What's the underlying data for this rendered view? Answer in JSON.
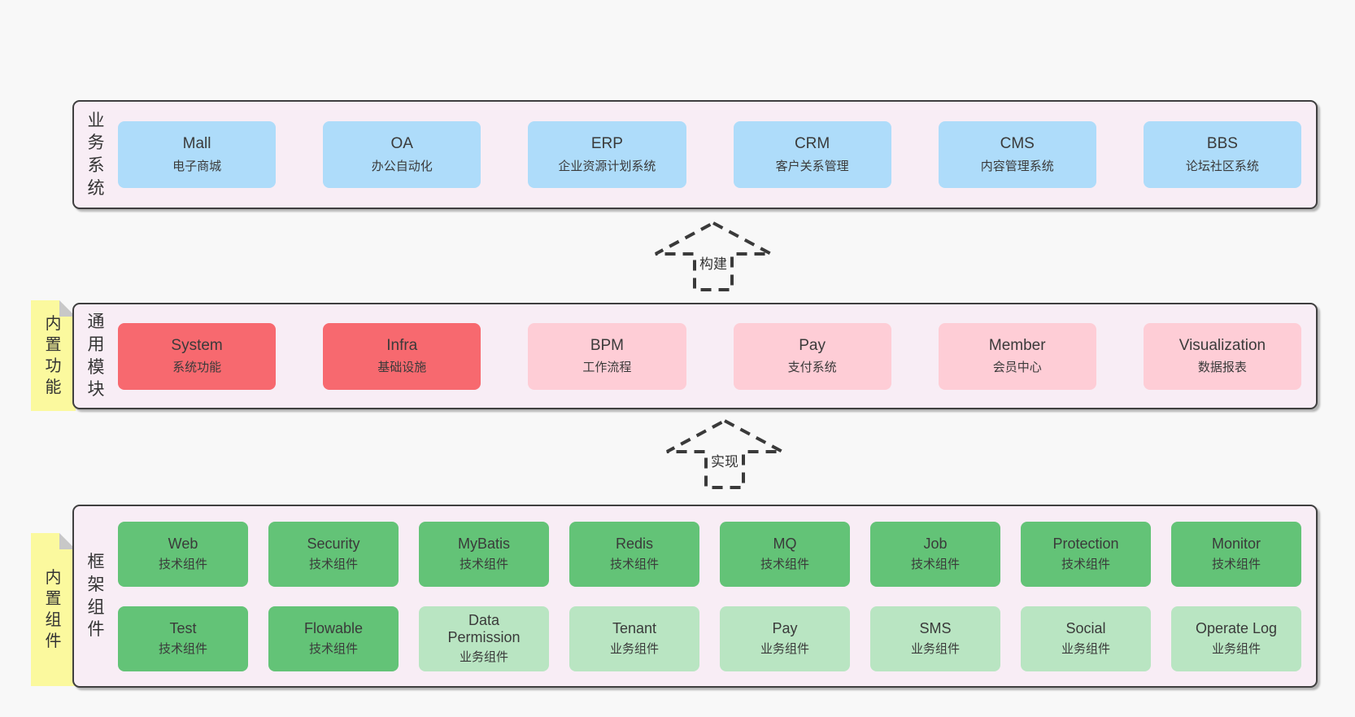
{
  "diagram": {
    "arrows": [
      {
        "label": "构建"
      },
      {
        "label": "实现"
      }
    ],
    "sections": {
      "business": {
        "side_label": "业务系统",
        "boxes": [
          {
            "name": "Mall",
            "desc": "电子商城"
          },
          {
            "name": "OA",
            "desc": "办公自动化"
          },
          {
            "name": "ERP",
            "desc": "企业资源计划系统"
          },
          {
            "name": "CRM",
            "desc": "客户关系管理"
          },
          {
            "name": "CMS",
            "desc": "内容管理系统"
          },
          {
            "name": "BBS",
            "desc": "论坛社区系统"
          }
        ]
      },
      "modules": {
        "side_label": "通用模块",
        "sticky_label": "内置功能",
        "boxes": [
          {
            "name": "System",
            "desc": "系统功能"
          },
          {
            "name": "Infra",
            "desc": "基础设施"
          },
          {
            "name": "BPM",
            "desc": "工作流程"
          },
          {
            "name": "Pay",
            "desc": "支付系统"
          },
          {
            "name": "Member",
            "desc": "会员中心"
          },
          {
            "name": "Visualization",
            "desc": "数据报表"
          }
        ]
      },
      "framework": {
        "side_label": "框架组件",
        "sticky_label": "内置组件",
        "row1": [
          {
            "name": "Web",
            "desc": "技术组件"
          },
          {
            "name": "Security",
            "desc": "技术组件"
          },
          {
            "name": "MyBatis",
            "desc": "技术组件"
          },
          {
            "name": "Redis",
            "desc": "技术组件"
          },
          {
            "name": "MQ",
            "desc": "技术组件"
          },
          {
            "name": "Job",
            "desc": "技术组件"
          },
          {
            "name": "Protection",
            "desc": "技术组件"
          },
          {
            "name": "Monitor",
            "desc": "技术组件"
          }
        ],
        "row2": [
          {
            "name": "Test",
            "desc": "技术组件"
          },
          {
            "name": "Flowable",
            "desc": "技术组件"
          },
          {
            "name": "Data Permission",
            "desc": "业务组件"
          },
          {
            "name": "Tenant",
            "desc": "业务组件"
          },
          {
            "name": "Pay",
            "desc": "业务组件"
          },
          {
            "name": "SMS",
            "desc": "业务组件"
          },
          {
            "name": "Social",
            "desc": "业务组件"
          },
          {
            "name": "Operate Log",
            "desc": "业务组件"
          }
        ]
      }
    },
    "colors": {
      "canvas_bg": "#f8f8f8",
      "section_bg": "#f8edf5",
      "section_border": "#3f3f3f",
      "business_box_blue": "#aedcfa",
      "core_module_red": "#f7696f",
      "optional_module_pink": "#fecdd6",
      "tech_component_green": "#63c377",
      "biz_component_lightgreen": "#b9e5c2",
      "sticky_note_yellow": "#fbf99e",
      "sticky_fold_gray": "#c8c8c8",
      "text": "#3a3a3a"
    }
  }
}
